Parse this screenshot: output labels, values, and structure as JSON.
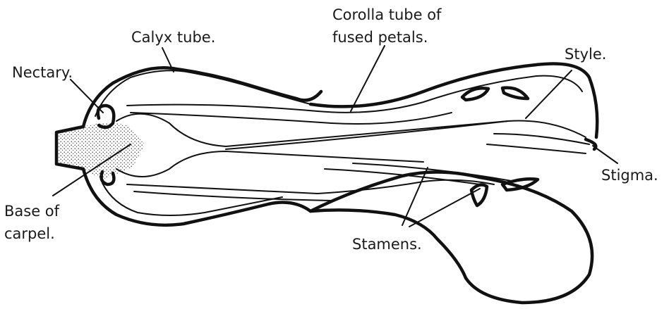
{
  "labels": {
    "calyx_tube": "Calyx tube.",
    "corolla_line1": "Corolla tube of",
    "corolla_line2": "fused petals.",
    "nectary": "Nectary.",
    "style": "Style.",
    "stigma": "Stigma.",
    "base_line1": "Base of",
    "base_line2": "carpel.",
    "stamens": "Stamens."
  },
  "colors": {
    "ink": "#111111",
    "paper": "#ffffff"
  }
}
